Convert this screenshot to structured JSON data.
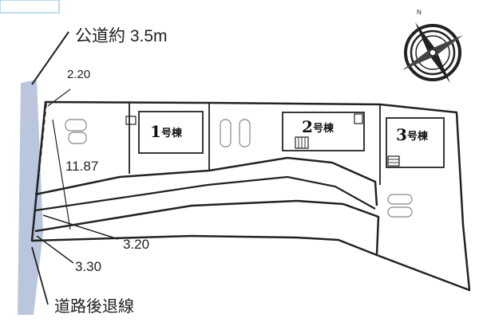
{
  "road": {
    "label": "公道約 3.5m",
    "setback_label": "道路後退線"
  },
  "dimensions": {
    "top_width": "2.20",
    "left_depth": "11.87",
    "lower_1": "3.20",
    "lower_2": "3.30"
  },
  "buildings": [
    {
      "number": "1",
      "suffix": "号棟"
    },
    {
      "number": "2",
      "suffix": "号棟"
    },
    {
      "number": "3",
      "suffix": "号棟"
    }
  ],
  "compass": {
    "north_label": "N"
  },
  "colors": {
    "road_strip": "#b9c6dd",
    "line": "#222222",
    "badge_border": "#a9cde8"
  },
  "icons": [
    "compass-rose-icon",
    "car-icon"
  ]
}
